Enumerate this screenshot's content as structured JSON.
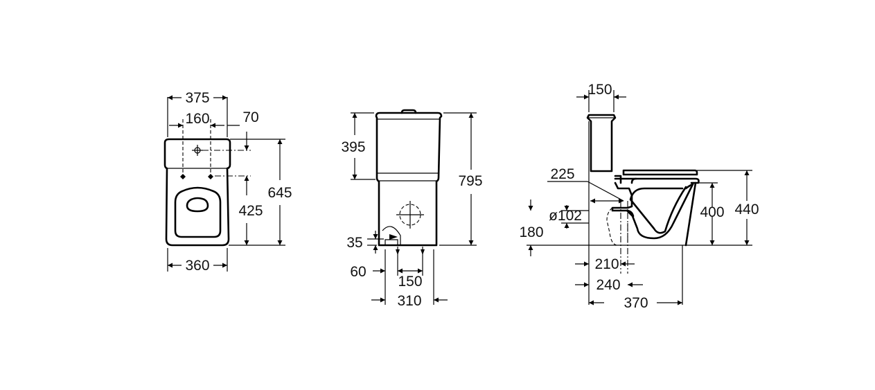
{
  "drawing": {
    "front_view": {
      "width_top": "375",
      "inlet_spacing": "160",
      "offset_right": "70",
      "total_height": "645",
      "seat_height": "425",
      "width_bottom": "360"
    },
    "side_view": {
      "tank_height": "395",
      "total_height": "795",
      "inlet_height": "35",
      "inlet_offset": "60",
      "fixing_spacing": "150",
      "base_depth": "310"
    },
    "section_view": {
      "tank_depth": "150",
      "outlet_offset": "225",
      "outlet_diameter": "ø102",
      "outlet_height": "180",
      "bowl_height": "400",
      "seat_height": "440",
      "outlet_dist_1": "210",
      "outlet_dist_2": "240",
      "base_length": "370"
    }
  }
}
